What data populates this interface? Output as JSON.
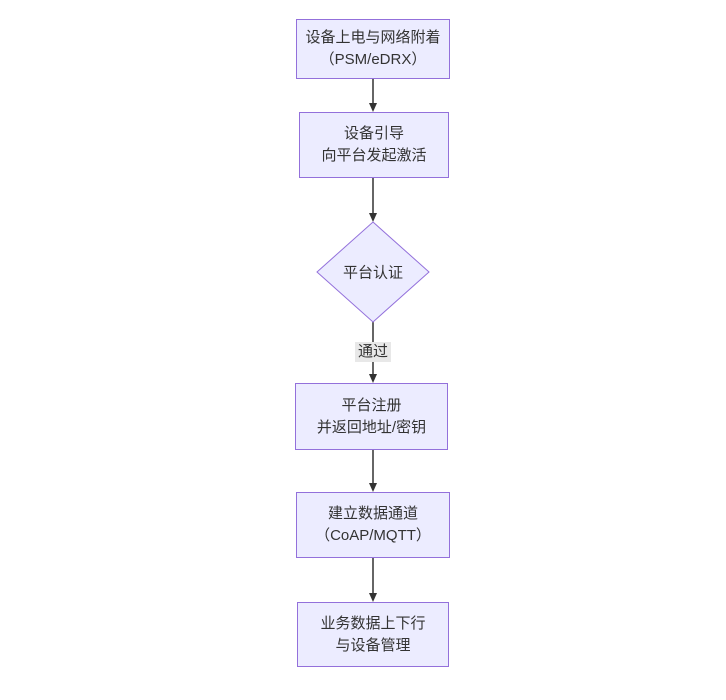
{
  "diagram": {
    "type": "flowchart",
    "direction": "top-down",
    "nodes": [
      {
        "id": "power-attach",
        "shape": "rect",
        "lines": [
          "设备上电与网络附着",
          "（PSM/eDRX）"
        ]
      },
      {
        "id": "bootstrap",
        "shape": "rect",
        "lines": [
          "设备引导",
          "向平台发起激活"
        ]
      },
      {
        "id": "platform-auth",
        "shape": "diamond",
        "lines": [
          "平台认证"
        ]
      },
      {
        "id": "register",
        "shape": "rect",
        "lines": [
          "平台注册",
          "并返回地址/密钥"
        ]
      },
      {
        "id": "data-channel",
        "shape": "rect",
        "lines": [
          "建立数据通道",
          "（CoAP/MQTT）"
        ]
      },
      {
        "id": "business",
        "shape": "rect",
        "lines": [
          "业务数据上下行",
          "与设备管理"
        ]
      }
    ],
    "edges": [
      {
        "from": "power-attach",
        "to": "bootstrap",
        "label": ""
      },
      {
        "from": "bootstrap",
        "to": "platform-auth",
        "label": ""
      },
      {
        "from": "platform-auth",
        "to": "register",
        "label": "通过"
      },
      {
        "from": "register",
        "to": "data-channel",
        "label": ""
      },
      {
        "from": "data-channel",
        "to": "business",
        "label": ""
      }
    ],
    "edge_label_pass": "通过",
    "colors": {
      "node_fill": "#ECECFF",
      "node_border": "#9370DB",
      "node_text": "#333333",
      "arrow": "#333333",
      "edge_label_bg": "#e8e8e8",
      "background": "#ffffff"
    }
  }
}
